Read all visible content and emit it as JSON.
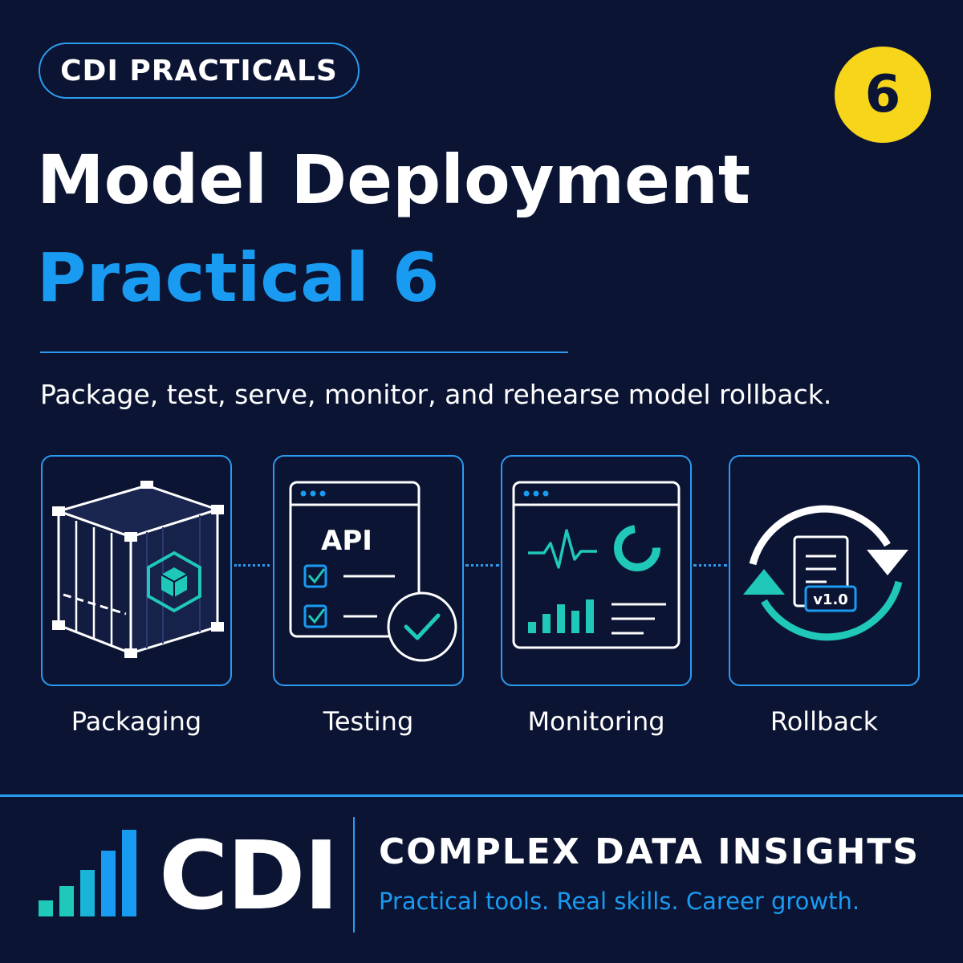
{
  "header": {
    "series_label": "CDI PRACTICALS",
    "number_badge": "6",
    "title_line1": "Model Deployment",
    "title_line2": "Practical 6",
    "subtitle": "Package, test, serve, monitor, and rehearse model rollback."
  },
  "steps": [
    {
      "label": "Packaging",
      "icon": "shipping-container-icon"
    },
    {
      "label": "Testing",
      "icon": "api-test-checklist-icon"
    },
    {
      "label": "Monitoring",
      "icon": "monitoring-dashboard-icon"
    },
    {
      "label": "Rollback",
      "icon": "rollback-cycle-icon",
      "version_tag": "v1.0"
    },
    {
      "api_label": "API"
    }
  ],
  "footer": {
    "logo_text": "CDI",
    "brand_name": "COMPLEX DATA INSIGHTS",
    "tagline": "Practical tools. Real skills. Career growth."
  },
  "colors": {
    "background": "#0b1433",
    "accent_blue": "#1a9bf2",
    "accent_teal": "#1fc8b8",
    "badge_yellow": "#f6d51b",
    "text": "#ffffff"
  }
}
